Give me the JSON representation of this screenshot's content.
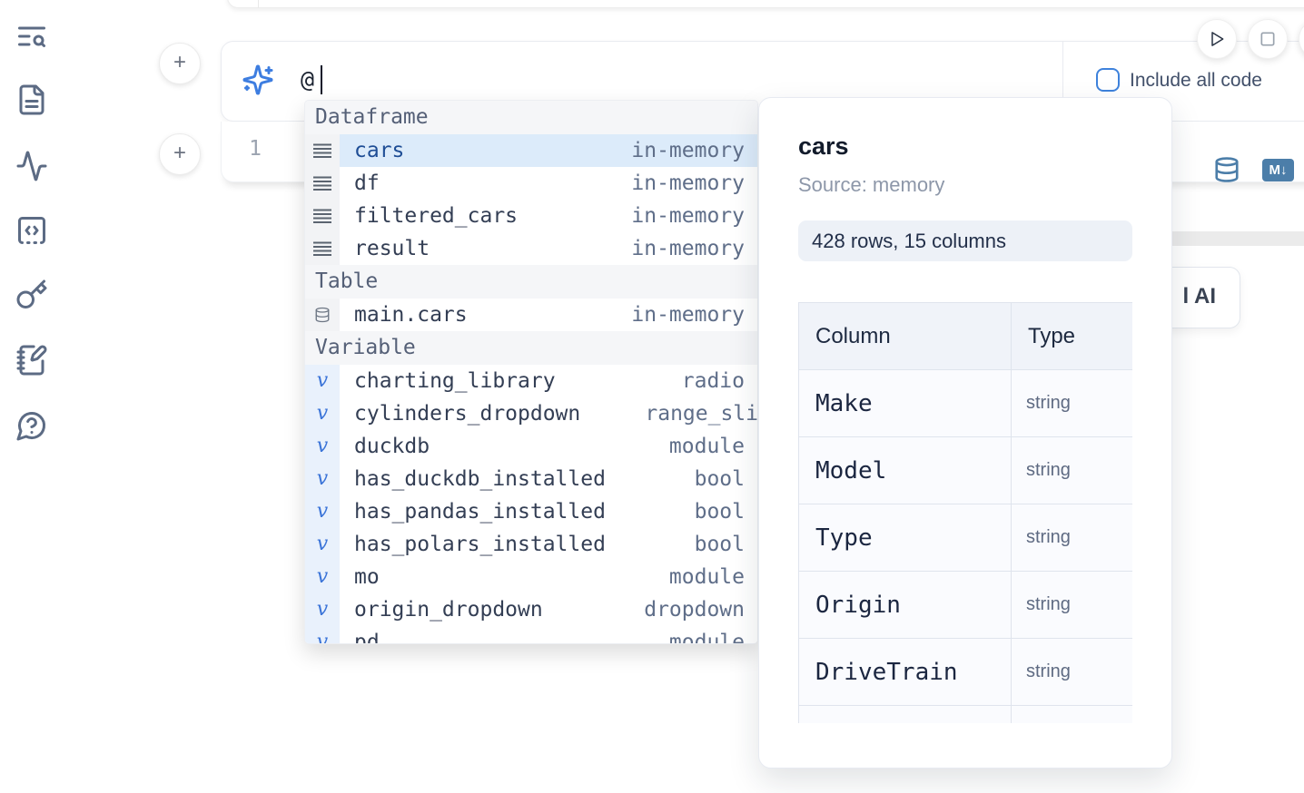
{
  "colors": {
    "accent_blue": "#3e7fd9",
    "steel_blue": "#4c7ea9",
    "selection_bg": "#dcebfa"
  },
  "sidebar": {
    "icons": [
      "list-search",
      "file-text",
      "activity",
      "snippets-code",
      "key",
      "notebook-pen",
      "help-chat"
    ]
  },
  "ui": {
    "plus_glyph": "+"
  },
  "ai_panel": {
    "prompt_value": "@",
    "checkbox_label": "Include all code",
    "checkbox_checked": false
  },
  "cell": {
    "line_number": "1",
    "markdown_icon_label": "M↓"
  },
  "completion": {
    "icons": {
      "variable_glyph": "v"
    },
    "sections": [
      {
        "label": "Dataframe",
        "items": [
          {
            "name": "cars",
            "type": "in-memory",
            "selected": true
          },
          {
            "name": "df",
            "type": "in-memory"
          },
          {
            "name": "filtered_cars",
            "type": "in-memory"
          },
          {
            "name": "result",
            "type": "in-memory"
          }
        ]
      },
      {
        "label": "Table",
        "items": [
          {
            "name": "main.cars",
            "type": "in-memory"
          }
        ]
      },
      {
        "label": "Variable",
        "items": [
          {
            "name": "charting_library",
            "type": "radio"
          },
          {
            "name": "cylinders_dropdown",
            "type": "range_sli"
          },
          {
            "name": "duckdb",
            "type": "module"
          },
          {
            "name": "has_duckdb_installed",
            "type": "bool"
          },
          {
            "name": "has_pandas_installed",
            "type": "bool"
          },
          {
            "name": "has_polars_installed",
            "type": "bool"
          },
          {
            "name": "mo",
            "type": "module"
          },
          {
            "name": "origin_dropdown",
            "type": "dropdown"
          },
          {
            "name": "pd",
            "type": "module"
          }
        ]
      }
    ]
  },
  "preview": {
    "title": "cars",
    "source": "Source: memory",
    "badge": "428 rows, 15 columns",
    "table": {
      "col_header": "Column",
      "type_header": "Type",
      "rows": [
        {
          "column": "Make",
          "type": "string"
        },
        {
          "column": "Model",
          "type": "string"
        },
        {
          "column": "Type",
          "type": "string"
        },
        {
          "column": "Origin",
          "type": "string"
        },
        {
          "column": "DriveTrain",
          "type": "string"
        }
      ]
    }
  },
  "ai_button": {
    "visible_label": "l AI"
  }
}
